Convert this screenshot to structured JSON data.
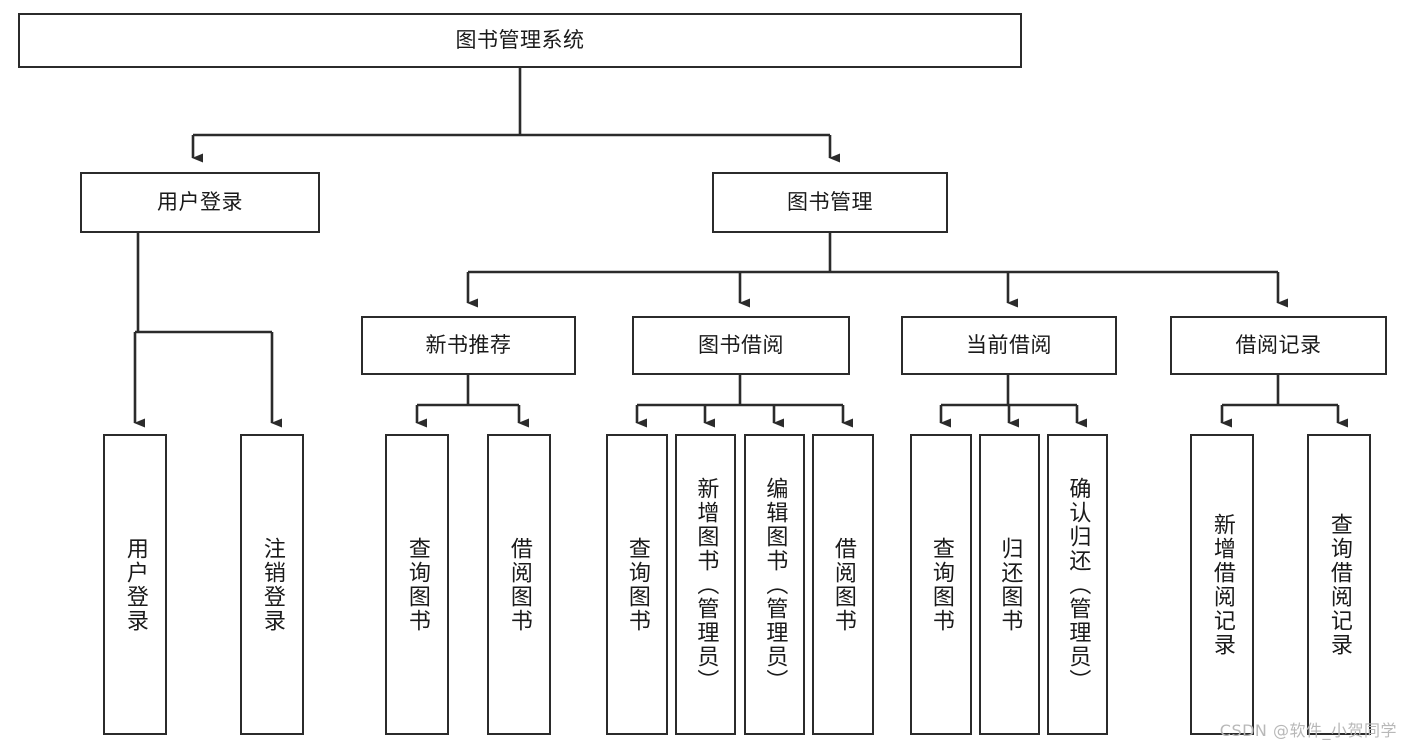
{
  "diagram": {
    "title": "图书管理系统",
    "type": "tree",
    "root": {
      "id": "root",
      "label": "图书管理系统"
    },
    "level1": [
      {
        "id": "user-login",
        "label": "用户登录"
      },
      {
        "id": "book-manage",
        "label": "图书管理"
      }
    ],
    "level2": [
      {
        "id": "new-book-recommend",
        "label": "新书推荐",
        "parent": "book-manage"
      },
      {
        "id": "book-borrow",
        "label": "图书借阅",
        "parent": "book-manage"
      },
      {
        "id": "current-borrow",
        "label": "当前借阅",
        "parent": "book-manage"
      },
      {
        "id": "borrow-record",
        "label": "借阅记录",
        "parent": "book-manage"
      }
    ],
    "leaves": [
      {
        "id": "leaf-user-login",
        "label": "用户登录",
        "parent": "user-login"
      },
      {
        "id": "leaf-logout",
        "label": "注销登录",
        "parent": "user-login"
      },
      {
        "id": "leaf-query-book-1",
        "label": "查询图书",
        "parent": "new-book-recommend"
      },
      {
        "id": "leaf-borrow-book-1",
        "label": "借阅图书",
        "parent": "new-book-recommend"
      },
      {
        "id": "leaf-query-book-2",
        "label": "查询图书",
        "parent": "book-borrow"
      },
      {
        "id": "leaf-add-book",
        "label": "新增图书（管理员）",
        "parent": "book-borrow"
      },
      {
        "id": "leaf-edit-book",
        "label": "编辑图书（管理员）",
        "parent": "book-borrow"
      },
      {
        "id": "leaf-borrow-book-2",
        "label": "借阅图书",
        "parent": "book-borrow"
      },
      {
        "id": "leaf-query-book-3",
        "label": "查询图书",
        "parent": "current-borrow"
      },
      {
        "id": "leaf-return-book",
        "label": "归还图书",
        "parent": "current-borrow"
      },
      {
        "id": "leaf-confirm-return",
        "label": "确认归还（管理员）",
        "parent": "current-borrow"
      },
      {
        "id": "leaf-add-record",
        "label": "新增借阅记录",
        "parent": "borrow-record"
      },
      {
        "id": "leaf-query-record",
        "label": "查询借阅记录",
        "parent": "borrow-record"
      }
    ],
    "colors": {
      "line": "#2b2b2b",
      "box_border": "#2b2b2b",
      "box_fill": "#ffffff",
      "text": "#1a1a1a",
      "watermark": "#b8b8b8"
    }
  },
  "watermark": {
    "text": "CSDN @软件_小贺同学"
  }
}
